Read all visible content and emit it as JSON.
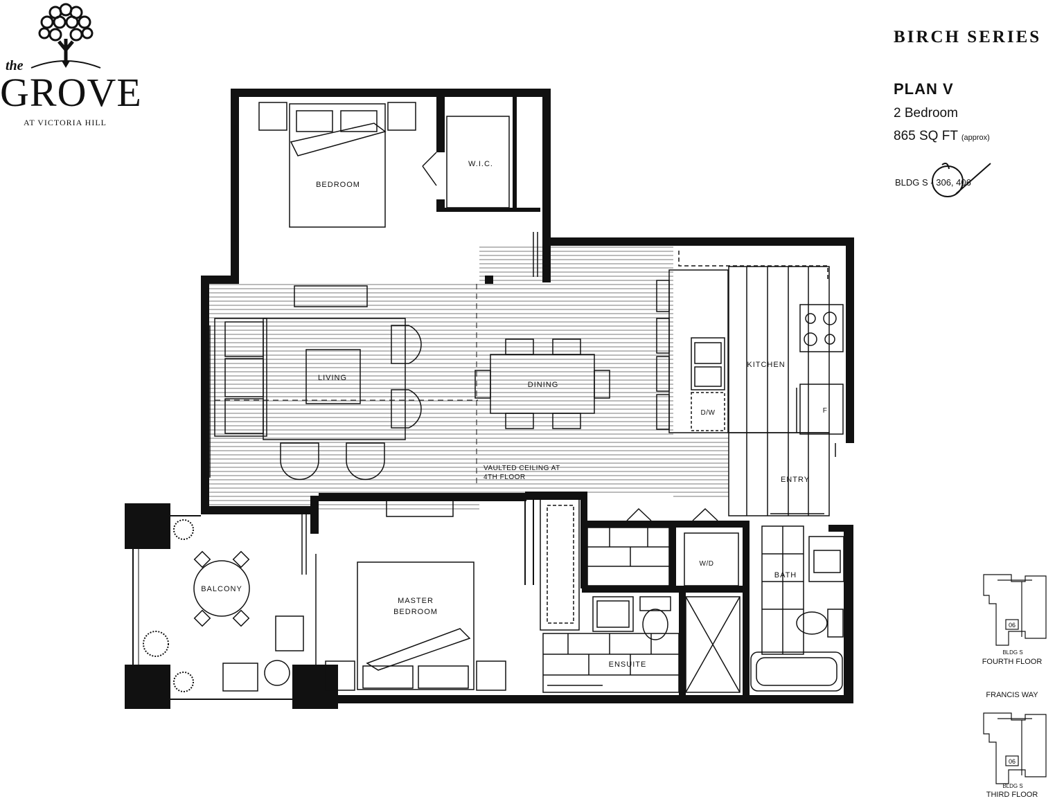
{
  "brand": {
    "the": "the",
    "name": "GROVE",
    "subtitle": "AT VICTORIA HILL"
  },
  "plan_info": {
    "series": "BIRCH SERIES",
    "plan_name": "PLAN V",
    "bedrooms": "2 Bedroom",
    "area": "865 SQ FT",
    "area_note": "(approx)",
    "buildings": "BLDG S - 306, 406"
  },
  "rooms": {
    "bedroom": "BEDROOM",
    "wic": "W.I.C.",
    "living": "LIVING",
    "dining": "DINING",
    "kitchen": "KITCHEN",
    "dw": "D/W",
    "fridge": "F",
    "entry": "ENTRY",
    "vaulted_1": "VAULTED CEILING AT",
    "vaulted_2": "4TH FLOOR",
    "balcony": "BALCONY",
    "master_1": "MASTER",
    "master_2": "BEDROOM",
    "wd": "W/D",
    "bath": "BATH",
    "ensuite": "ENSUITE"
  },
  "key_plans": {
    "fourth_bldg": "BLDG S",
    "fourth_floor": "FOURTH FLOOR",
    "street": "FRANCIS WAY",
    "third_bldg": "BLDG S",
    "third_floor": "THIRD FLOOR",
    "unit": "06"
  }
}
